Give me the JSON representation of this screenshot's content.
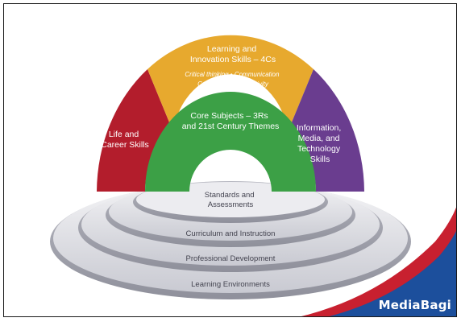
{
  "diagram": {
    "arch": {
      "outer_left": {
        "lines": [
          "Life and",
          "Career Skills"
        ],
        "color": "#b31d2c"
      },
      "outer_top": {
        "title_lines": [
          "Learning and",
          "Innovation Skills – 4Cs"
        ],
        "subtitle_lines": [
          "Critical thinking • Communication",
          "Collaboration • Creativity"
        ],
        "color": "#e7a92e"
      },
      "outer_right": {
        "lines": [
          "Information,",
          "Media, and",
          "Technology",
          "Skills"
        ],
        "color": "#6a3d8f"
      },
      "inner": {
        "lines": [
          "Core Subjects – 3Rs",
          "and 21st Century Themes"
        ],
        "color": "#3ca046"
      }
    },
    "support_systems": [
      {
        "label": "Standards and\nAssessments"
      },
      {
        "label": "Curriculum and Instruction"
      },
      {
        "label": "Professional Development"
      },
      {
        "label": "Learning Environments"
      }
    ]
  },
  "brand": {
    "name": "MediaBagi",
    "blue": "#1c4f9c",
    "red": "#c8202f"
  }
}
